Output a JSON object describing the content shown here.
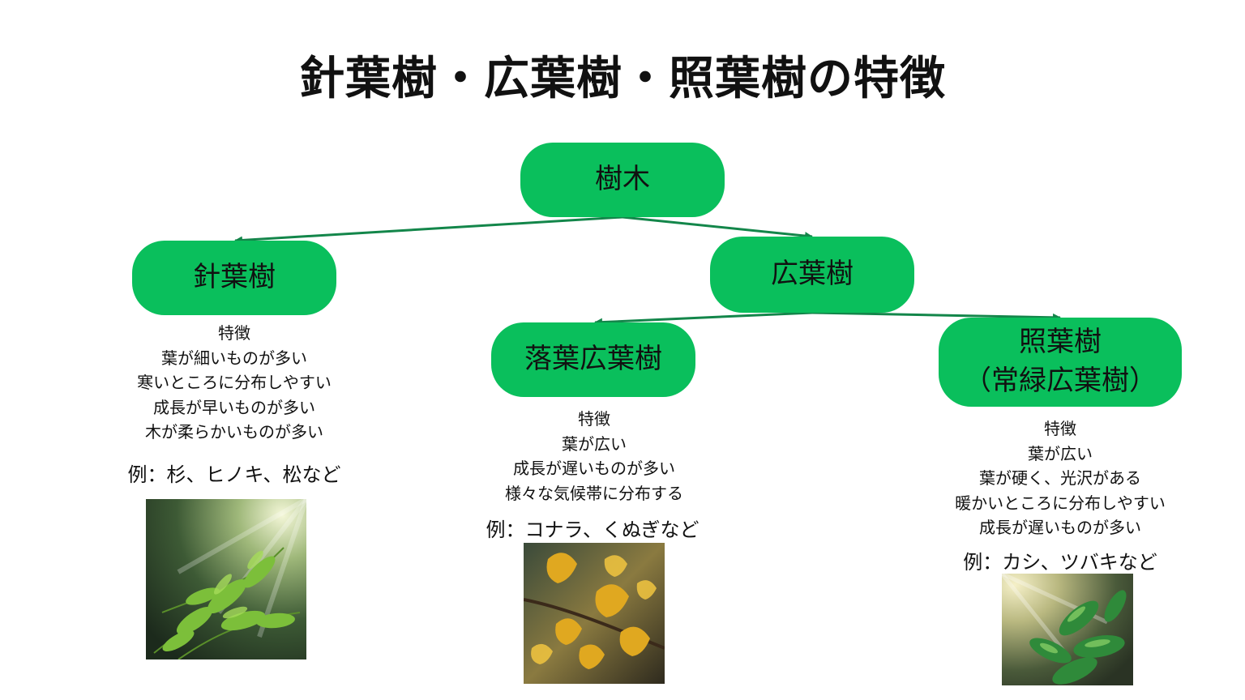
{
  "title": "針葉樹・広葉樹・照葉樹の特徴",
  "nodes": {
    "root": "樹木",
    "conifer": "針葉樹",
    "broadleaf": "広葉樹",
    "deciduous": "落葉広葉樹",
    "evergreen_line1": "照葉樹",
    "evergreen_line2": "（常緑広葉樹）"
  },
  "conifer": {
    "heading": "特徴",
    "features": [
      "葉が細いものが多い",
      "寒いところに分布しやすい",
      "成長が早いものが多い",
      "木が柔らかいものが多い"
    ],
    "example": "例：杉、ヒノキ、松など"
  },
  "deciduous": {
    "heading": "特徴",
    "features": [
      "葉が広い",
      "成長が遅いものが多い",
      "様々な気候帯に分布する"
    ],
    "example": "例：コナラ、くぬぎなど"
  },
  "evergreen": {
    "heading": "特徴",
    "features": [
      "葉が広い",
      "葉が硬く、光沢がある",
      "暖かいところに分布しやすい",
      "成長が遅いものが多い"
    ],
    "example": "例：カシ、ツバキなど"
  },
  "colors": {
    "node_fill": "#0abf5c",
    "connector": "#13864a",
    "text": "#111111"
  }
}
